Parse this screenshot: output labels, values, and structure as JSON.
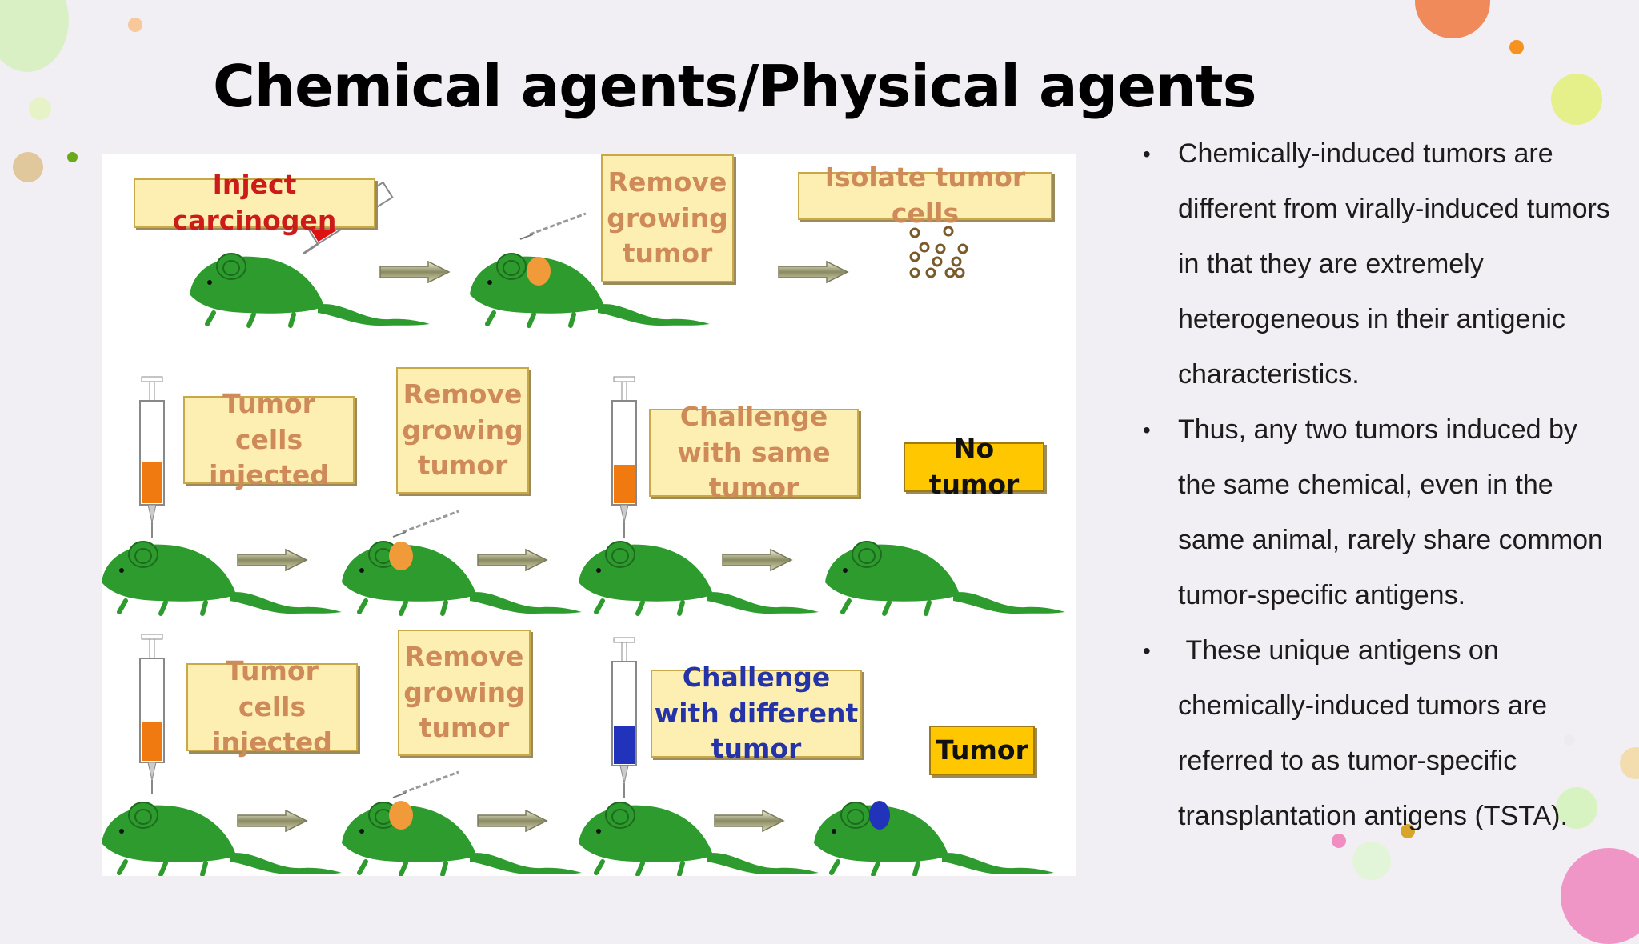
{
  "title": "Chemical agents/Physical agents",
  "figure": {
    "labels": {
      "inject_carcinogen": "Inject carcinogen",
      "remove_growing_tumor_1": "Remove growing tumor",
      "isolate_tumor_cells": "Isolate tumor cells",
      "tumor_cells_injected_1": "Tumor cells injected",
      "remove_growing_tumor_2": "Remove growing tumor",
      "challenge_same": "Challenge with same tumor",
      "no_tumor": "No tumor",
      "tumor_cells_injected_2": "Tumor cells injected",
      "remove_growing_tumor_3": "Remove growing tumor",
      "challenge_different": "Challenge with different tumor",
      "tumor": "Tumor"
    },
    "colors": {
      "mouse": "#2e9b2e",
      "tumor_orange": "#f09a3a",
      "tumor_blue": "#2233bb",
      "syringe_red": "#dd1111",
      "syringe_orange": "#f07a10",
      "syringe_blue": "#2233bb"
    }
  },
  "bullets": [
    "Chemically-induced tumors are different from virally-induced tumors in that they are extremely heterogeneous in their antigenic characteristics.",
    "Thus, any two tumors induced by the same chemical, even in the same animal, rarely share common tumor-specific antigens.",
    " These unique antigens on chemically-induced tumors are referred to as tumor-specific transplantation antigens (TSTA)."
  ]
}
